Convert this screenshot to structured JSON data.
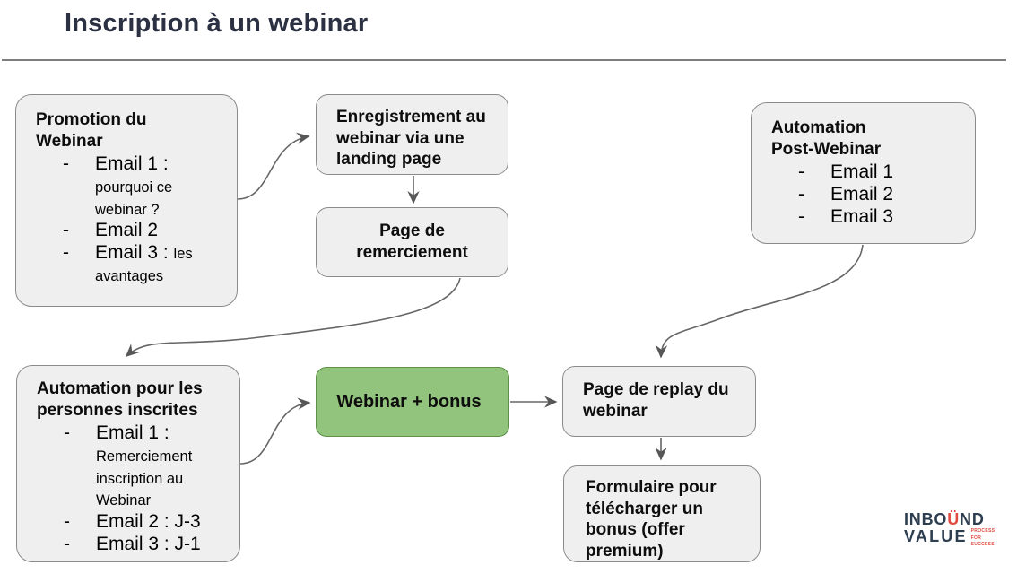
{
  "title": "Inscription à un webinar",
  "colors": {
    "box_fill": "#efefef",
    "box_border": "#8b8b8b",
    "green_fill": "#93c47d",
    "green_border": "#5d9049",
    "arrow": "#666666",
    "title_text": "#2b3142",
    "logo_navy": "#2d3e50",
    "logo_red": "#e04a3f"
  },
  "nodes": {
    "promotion": {
      "title": "Promotion du Webinar",
      "items": [
        {
          "main": "Email 1 :",
          "sub": "pourquoi ce webinar ?"
        },
        {
          "main": "Email 2",
          "sub": ""
        },
        {
          "main": "Email 3 :",
          "sub": "les avantages"
        }
      ]
    },
    "enregistrement": {
      "title": "Enregistrement au webinar via une landing page"
    },
    "remerciement": {
      "title": "Page de remerciement"
    },
    "post_webinar": {
      "title": "Automation Post-Webinar",
      "items": [
        "Email 1",
        "Email 2",
        "Email 3"
      ]
    },
    "inscrits": {
      "title": "Automation pour les personnes inscrites",
      "items": [
        {
          "main": "Email 1 :",
          "sub": "Remerciement inscription au Webinar"
        },
        {
          "main": "Email 2 : J-3",
          "sub": ""
        },
        {
          "main": "Email 3 : J-1",
          "sub": ""
        }
      ]
    },
    "webinar_bonus": {
      "title": "Webinar + bonus"
    },
    "replay": {
      "title": "Page de replay du webinar"
    },
    "formulaire": {
      "title": "Formulaire pour télécharger un bonus (offer premium)"
    }
  },
  "logo": {
    "word1_pre": "INBO",
    "word1_u": "Ü",
    "word1_post": "ND",
    "word2": "VALUE",
    "tagline": [
      "PROCESS",
      "FOR",
      "SUCCESS"
    ]
  }
}
